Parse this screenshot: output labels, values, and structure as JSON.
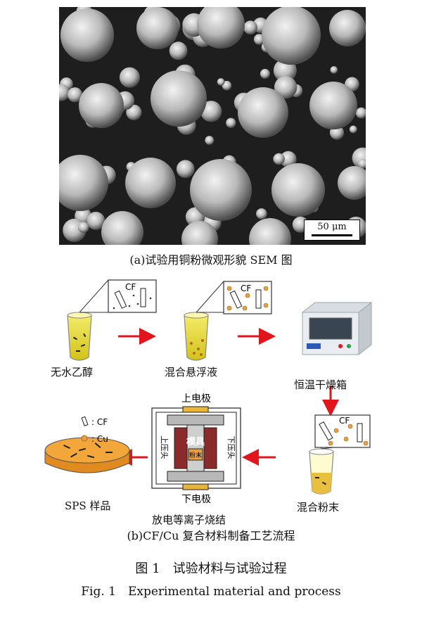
{
  "figure": {
    "sem_scale_label": "50 μm",
    "caption_a": "(a)试验用铜粉微观形貌 SEM 图",
    "caption_b": "(b)CF/Cu 复合材料制备工艺流程",
    "title_cn": "图 1　试验材料与试验过程",
    "title_en": "Fig. 1　Experimental material and process"
  },
  "process": {
    "step_ethanol": "无水乙醇",
    "step_suspension": "混合悬浮液",
    "step_oven": "恒温干燥箱",
    "step_mixed_powder": "混合粉末",
    "step_sps": "放电等离子烧结",
    "step_sample": "SPS 样品",
    "cf_label": "CF",
    "upper_electrode": "上电极",
    "lower_electrode": "下电极",
    "upper_punch": "上压头",
    "lower_punch": "下压头",
    "mold": "模具",
    "powder": "粉末",
    "legend_cf": ": CF",
    "legend_cu": ": Cu"
  },
  "colors": {
    "arrow": "#e0161c",
    "liquid": "#e8dc2c",
    "sample": "#f0a030",
    "cu_particle": "#e8a040",
    "mold": "#c8c8c8",
    "electrode": "#e8b43c"
  }
}
